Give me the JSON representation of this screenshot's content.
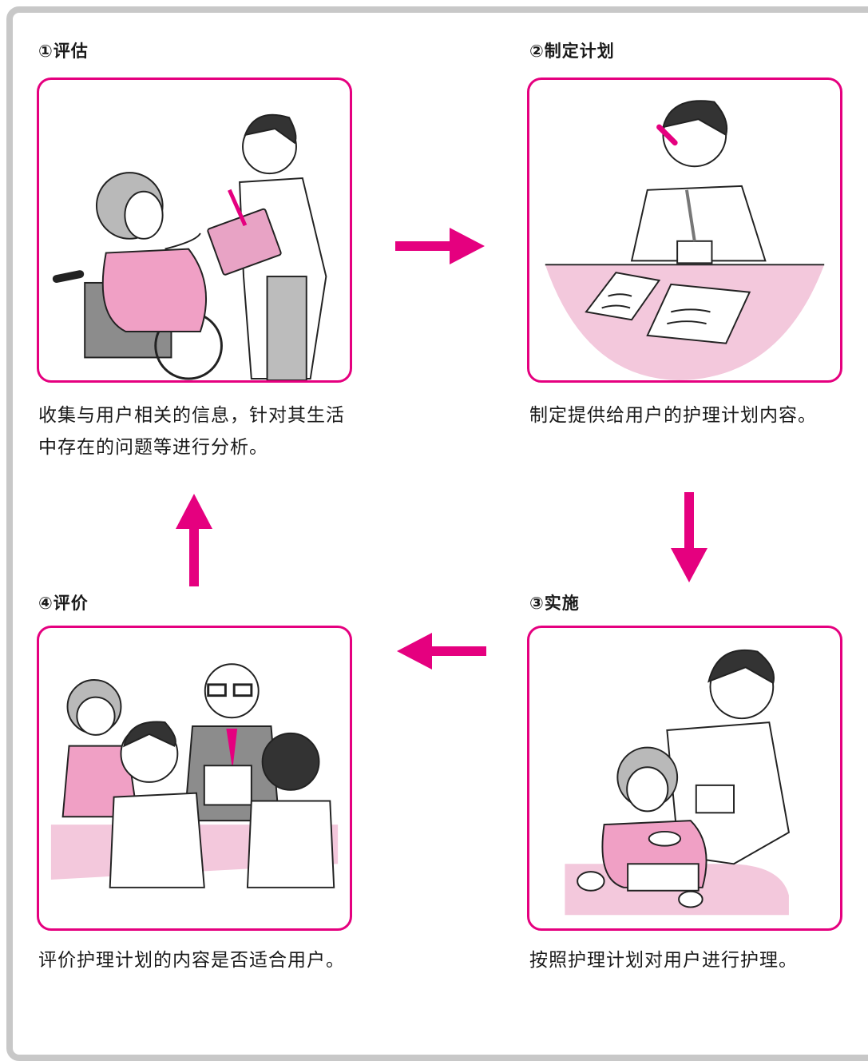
{
  "steps": [
    {
      "title": "①评估",
      "description": "收集与用户相关的信息，针对其生活中存在的问题等进行分析。"
    },
    {
      "title": "②制定计划",
      "description": "制定提供给用户的护理计划内容。"
    },
    {
      "title": "③实施",
      "description": "按照护理计划对用户进行护理。"
    },
    {
      "title": "④评价",
      "description": "评价护理计划的内容是否适合用户。"
    }
  ],
  "colors": {
    "accent": "#e5007f",
    "frame": "#c8c8c8",
    "pink_fill": "#f3c8dc",
    "gray_fill": "#8c8c8c"
  }
}
